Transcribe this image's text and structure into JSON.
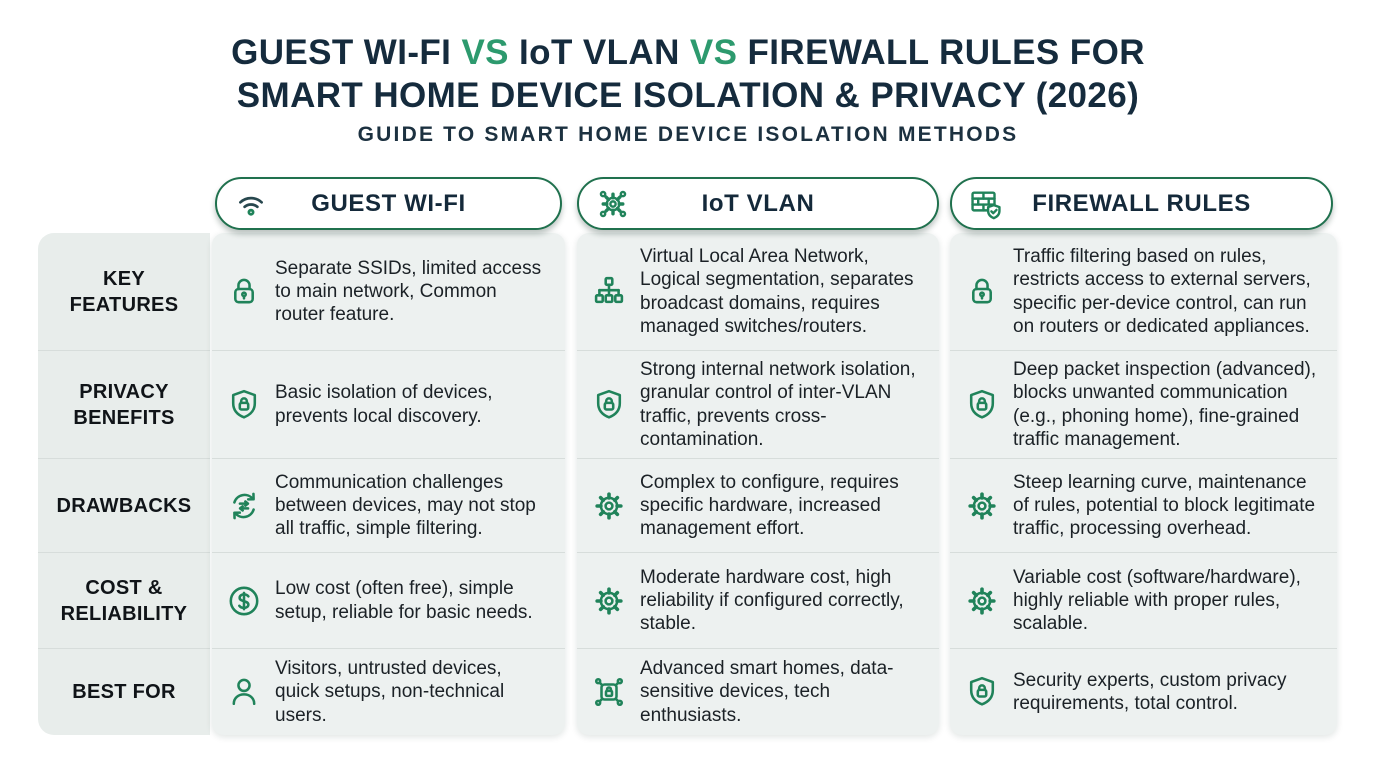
{
  "header": {
    "title_line1_segments": [
      {
        "text": "GUEST WI-FI ",
        "accent": false
      },
      {
        "text": "VS",
        "accent": true
      },
      {
        "text": " IoT VLAN ",
        "accent": false
      },
      {
        "text": "VS",
        "accent": true
      },
      {
        "text": " FIREWALL RULES FOR",
        "accent": false
      }
    ],
    "title_line2": "SMART HOME DEVICE ISOLATION & PRIVACY (2026)",
    "subtitle": "GUIDE TO SMART HOME DEVICE ISOLATION METHODS"
  },
  "colors": {
    "title_navy": "#152B3D",
    "accent_green": "#2D9A6E",
    "icon_green": "#20835A",
    "pill_border_green": "#20714E",
    "label_column_bg": "#E8EDEB",
    "data_column_bg": "#EDF1F0",
    "row_divider": "#D7DDDB"
  },
  "columns": [
    {
      "id": "guest-wifi",
      "label": "GUEST WI-FI",
      "icon": "wifi"
    },
    {
      "id": "iot-vlan",
      "label": "IoT VLAN",
      "icon": "iot-gear-network"
    },
    {
      "id": "firewall-rules",
      "label": "FIREWALL RULES",
      "icon": "firewall-brick-shield"
    }
  ],
  "rows": [
    {
      "label": "KEY FEATURES",
      "cells": [
        {
          "icon": "padlock",
          "text": "Separate SSIDs, limited access to main network, Common router feature."
        },
        {
          "icon": "network-tree",
          "text": "Virtual Local Area Network, Logical segmentation, separates broadcast domains, requires managed switches/routers."
        },
        {
          "icon": "padlock",
          "text": "Traffic filtering based on rules, restricts access to external servers, specific per-device control, can run on routers or dedicated appliances."
        }
      ]
    },
    {
      "label": "PRIVACY BENEFITS",
      "cells": [
        {
          "icon": "shield-lock",
          "text": "Basic isolation of devices, prevents local discovery."
        },
        {
          "icon": "shield-lock",
          "text": "Strong internal network isolation, granular control of inter-VLAN traffic, prevents cross-contamination."
        },
        {
          "icon": "shield-lock",
          "text": "Deep packet inspection (advanced), blocks unwanted communication (e.g., phoning home), fine-grained traffic management."
        }
      ]
    },
    {
      "label": "DRAWBACKS",
      "cells": [
        {
          "icon": "sync-arrows",
          "text": "Communication challenges between devices, may not stop all traffic, simple filtering."
        },
        {
          "icon": "gear",
          "text": "Complex to configure, requires specific hardware, increased management effort."
        },
        {
          "icon": "gear",
          "text": "Steep learning curve, maintenance of rules, potential to block legitimate traffic, processing overhead."
        }
      ]
    },
    {
      "label": "COST & RELIABILITY",
      "cells": [
        {
          "icon": "dollar-circle",
          "text": "Low cost (often free), simple setup, reliable for basic needs."
        },
        {
          "icon": "gear",
          "text": "Moderate hardware cost, high reliability if configured correctly, stable."
        },
        {
          "icon": "gear",
          "text": "Variable cost (software/hardware), highly reliable with proper rules, scalable."
        }
      ]
    },
    {
      "label": "BEST FOR",
      "cells": [
        {
          "icon": "person",
          "text": "Visitors, untrusted devices, quick setups, non-technical users."
        },
        {
          "icon": "iot-chip-lock",
          "text": "Advanced smart homes, data-sensitive devices, tech enthusiasts."
        },
        {
          "icon": "shield-lock",
          "text": "Security experts, custom privacy requirements, total control."
        }
      ]
    }
  ]
}
